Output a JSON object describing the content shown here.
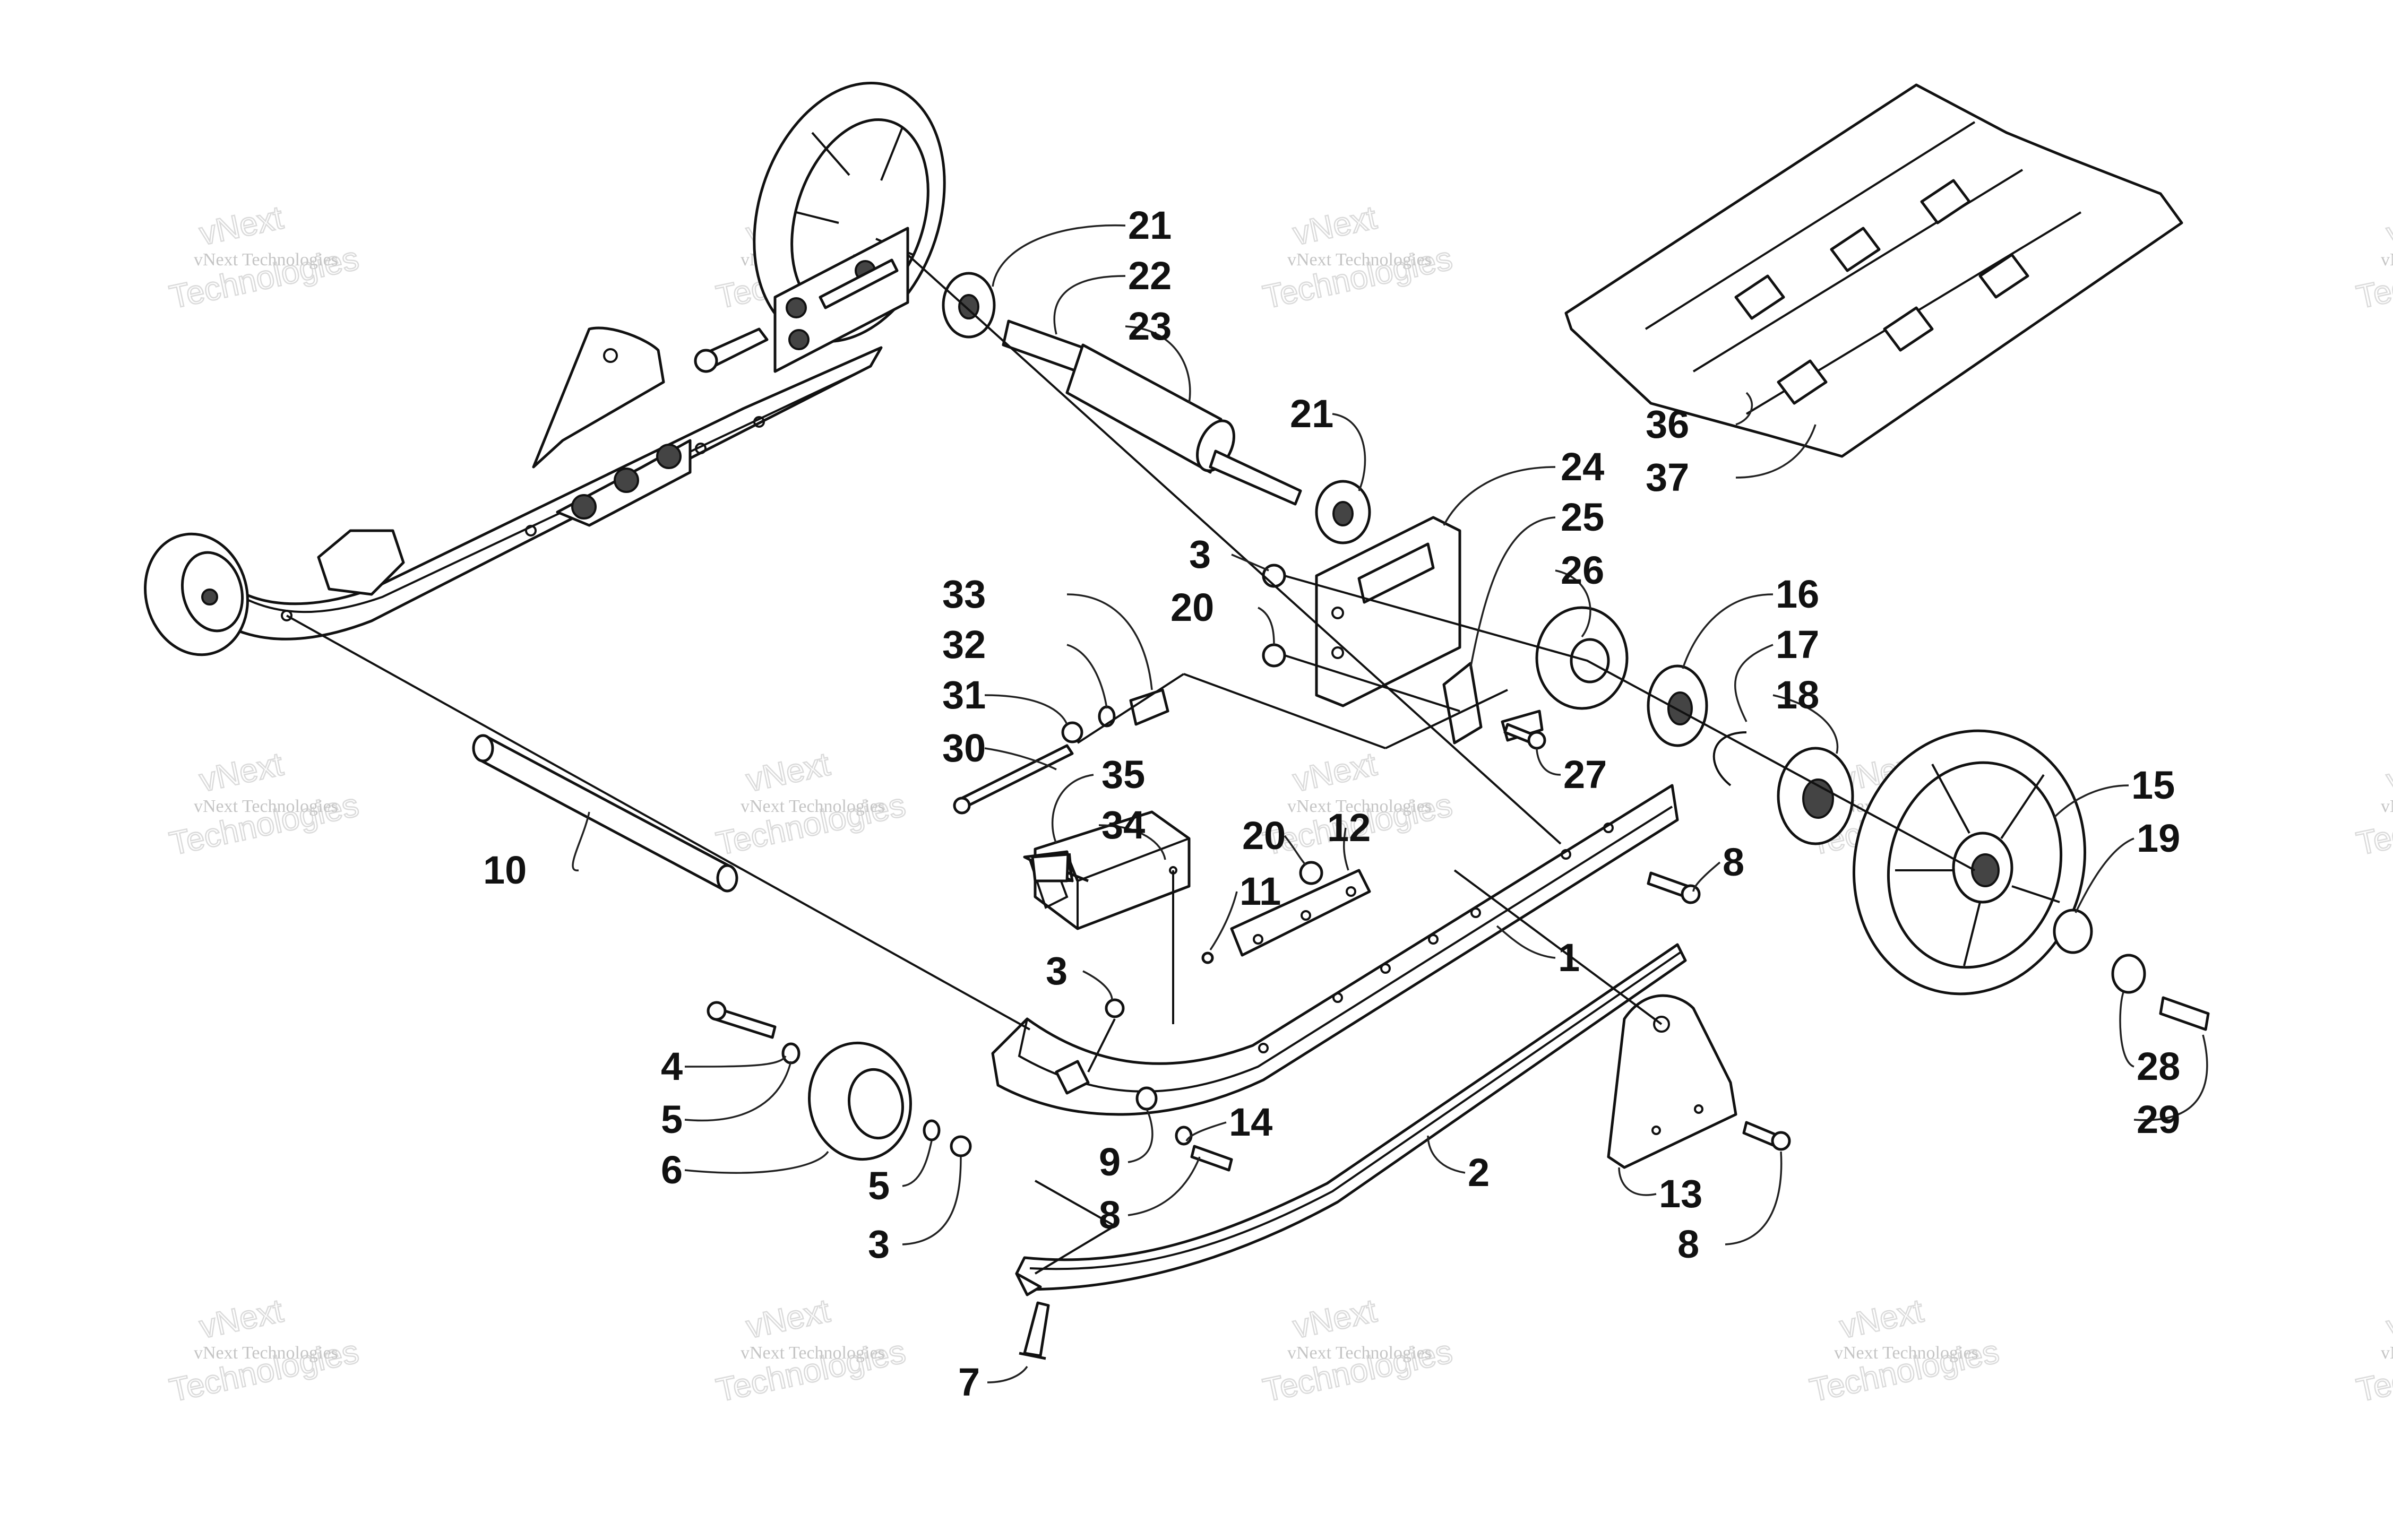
{
  "watermark": {
    "line1": "vNext Technologies",
    "line2": "vNext",
    "line3": "Technologies",
    "copies": 15
  },
  "callouts": [
    {
      "id": "21a",
      "label": "21"
    },
    {
      "id": "22",
      "label": "22"
    },
    {
      "id": "23",
      "label": "23"
    },
    {
      "id": "21b",
      "label": "21"
    },
    {
      "id": "24",
      "label": "24"
    },
    {
      "id": "25",
      "label": "25"
    },
    {
      "id": "26",
      "label": "26"
    },
    {
      "id": "3a",
      "label": "3"
    },
    {
      "id": "20a",
      "label": "20"
    },
    {
      "id": "33",
      "label": "33"
    },
    {
      "id": "32",
      "label": "32"
    },
    {
      "id": "31",
      "label": "31"
    },
    {
      "id": "30",
      "label": "30"
    },
    {
      "id": "35",
      "label": "35"
    },
    {
      "id": "34",
      "label": "34"
    },
    {
      "id": "10",
      "label": "10"
    },
    {
      "id": "11",
      "label": "11"
    },
    {
      "id": "20b",
      "label": "20"
    },
    {
      "id": "12",
      "label": "12"
    },
    {
      "id": "16",
      "label": "16"
    },
    {
      "id": "17",
      "label": "17"
    },
    {
      "id": "18",
      "label": "18"
    },
    {
      "id": "27",
      "label": "27"
    },
    {
      "id": "8a",
      "label": "8"
    },
    {
      "id": "1",
      "label": "1"
    },
    {
      "id": "15",
      "label": "15"
    },
    {
      "id": "19",
      "label": "19"
    },
    {
      "id": "28",
      "label": "28"
    },
    {
      "id": "29",
      "label": "29"
    },
    {
      "id": "36",
      "label": "36"
    },
    {
      "id": "37",
      "label": "37"
    },
    {
      "id": "3b",
      "label": "3"
    },
    {
      "id": "4",
      "label": "4"
    },
    {
      "id": "5a",
      "label": "5"
    },
    {
      "id": "6",
      "label": "6"
    },
    {
      "id": "5b",
      "label": "5"
    },
    {
      "id": "3c",
      "label": "3"
    },
    {
      "id": "14",
      "label": "14"
    },
    {
      "id": "9",
      "label": "9"
    },
    {
      "id": "8b",
      "label": "8"
    },
    {
      "id": "2",
      "label": "2"
    },
    {
      "id": "13",
      "label": "13"
    },
    {
      "id": "8c",
      "label": "8"
    },
    {
      "id": "7",
      "label": "7"
    }
  ]
}
